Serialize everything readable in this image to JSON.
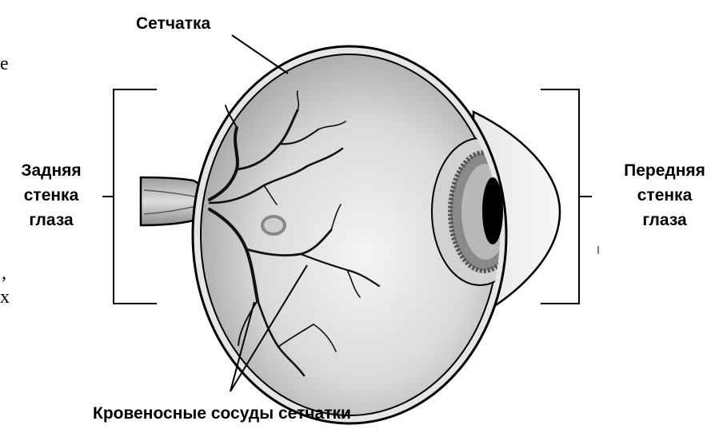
{
  "labels": {
    "retina": "Сетчатка",
    "posterior_wall": [
      "Задняя",
      "стенка",
      "глаза"
    ],
    "anterior_wall": [
      "Передняя",
      "стенка",
      "глаза"
    ],
    "retinal_vessels": "Кровеносные сосуды сетчатки"
  },
  "cut_off_text": {
    "top_fragment": "е",
    "middle_fragment": ",",
    "bottom_fragment": "х"
  }
}
